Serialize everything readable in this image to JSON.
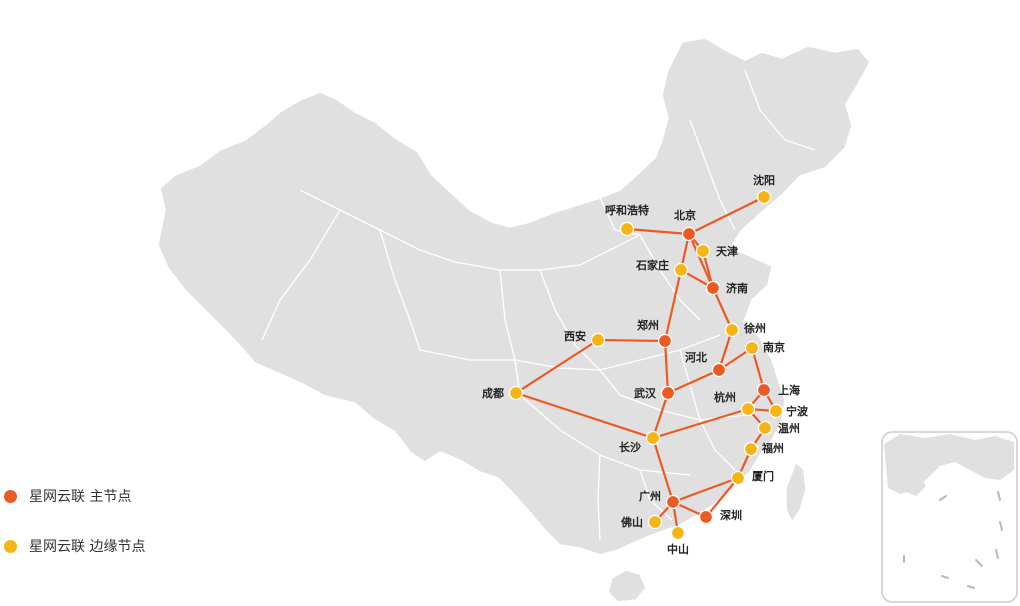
{
  "legend": {
    "main_label": "星网云联 主节点",
    "edge_label": "星网云联 边缘节点",
    "main_color": "#ec5a24",
    "edge_color": "#f7b515"
  },
  "colors": {
    "land": "#e0e0e0",
    "border": "#ffffff",
    "route": "#ec5a24"
  },
  "nodes": [
    {
      "id": "shenyang",
      "label": "沈阳",
      "type": "edge"
    },
    {
      "id": "huhehaote",
      "label": "呼和浩特",
      "type": "edge"
    },
    {
      "id": "beijing",
      "label": "北京",
      "type": "main"
    },
    {
      "id": "tianjin",
      "label": "天津",
      "type": "edge"
    },
    {
      "id": "shijiazhuang",
      "label": "石家庄",
      "type": "edge"
    },
    {
      "id": "jinan",
      "label": "济南",
      "type": "main"
    },
    {
      "id": "xuzhou",
      "label": "徐州",
      "type": "edge"
    },
    {
      "id": "nanjing",
      "label": "南京",
      "type": "edge"
    },
    {
      "id": "xian",
      "label": "西安",
      "type": "edge"
    },
    {
      "id": "zhengzhou",
      "label": "郑州",
      "type": "main"
    },
    {
      "id": "hebei",
      "label": "河北",
      "type": "main"
    },
    {
      "id": "shanghai",
      "label": "上海",
      "type": "main"
    },
    {
      "id": "chengdu",
      "label": "成都",
      "type": "edge"
    },
    {
      "id": "wuhan",
      "label": "武汉",
      "type": "main"
    },
    {
      "id": "hangzhou",
      "label": "杭州",
      "type": "edge"
    },
    {
      "id": "ningbo",
      "label": "宁波",
      "type": "edge"
    },
    {
      "id": "wenzhou",
      "label": "温州",
      "type": "edge"
    },
    {
      "id": "changsha",
      "label": "长沙",
      "type": "edge"
    },
    {
      "id": "fuzhou",
      "label": "福州",
      "type": "edge"
    },
    {
      "id": "xiamen",
      "label": "厦门",
      "type": "edge"
    },
    {
      "id": "guangzhou",
      "label": "广州",
      "type": "main"
    },
    {
      "id": "shenzhen",
      "label": "深圳",
      "type": "main"
    },
    {
      "id": "foshan",
      "label": "佛山",
      "type": "edge"
    },
    {
      "id": "zhongshan",
      "label": "中山",
      "type": "edge"
    }
  ],
  "links": [
    [
      "beijing",
      "shenyang"
    ],
    [
      "beijing",
      "huhehaote"
    ],
    [
      "beijing",
      "tianjin"
    ],
    [
      "beijing",
      "shijiazhuang"
    ],
    [
      "beijing",
      "jinan"
    ],
    [
      "tianjin",
      "jinan"
    ],
    [
      "shijiazhuang",
      "jinan"
    ],
    [
      "shijiazhuang",
      "zhengzhou"
    ],
    [
      "jinan",
      "xuzhou"
    ],
    [
      "xuzhou",
      "hebei"
    ],
    [
      "xian",
      "zhengzhou"
    ],
    [
      "zhengzhou",
      "wuhan"
    ],
    [
      "nanjing",
      "hebei"
    ],
    [
      "nanjing",
      "shanghai"
    ],
    [
      "hebei",
      "wuhan"
    ],
    [
      "chengdu",
      "xian"
    ],
    [
      "chengdu",
      "changsha"
    ],
    [
      "wuhan",
      "changsha"
    ],
    [
      "shanghai",
      "hangzhou"
    ],
    [
      "shanghai",
      "ningbo"
    ],
    [
      "hangzhou",
      "ningbo"
    ],
    [
      "hangzhou",
      "wenzhou"
    ],
    [
      "hangzhou",
      "changsha"
    ],
    [
      "wenzhou",
      "fuzhou"
    ],
    [
      "fuzhou",
      "xiamen"
    ],
    [
      "xiamen",
      "guangzhou"
    ],
    [
      "xiamen",
      "shenzhen"
    ],
    [
      "changsha",
      "guangzhou"
    ],
    [
      "guangzhou",
      "shenzhen"
    ],
    [
      "guangzhou",
      "foshan"
    ],
    [
      "guangzhou",
      "zhongshan"
    ]
  ]
}
